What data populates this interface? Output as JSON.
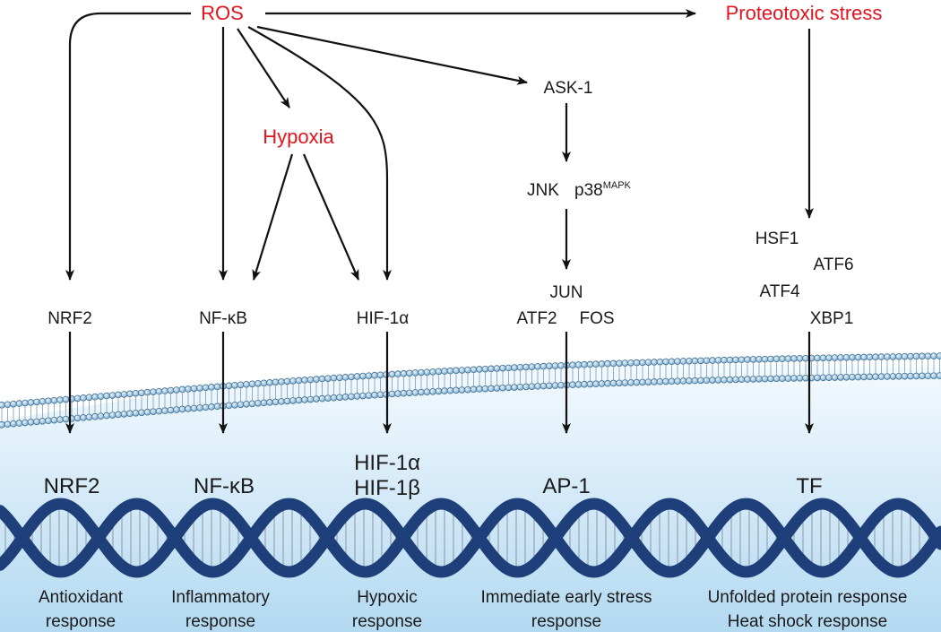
{
  "stimuli": {
    "ros": "ROS",
    "proteotoxic_stress": "Proteotoxic stress",
    "hypoxia": "Hypoxia"
  },
  "cytoplasm": {
    "nrf2": "NRF2",
    "nfkb": "NF-κB",
    "hif1a": "HIF-1α",
    "ask1": "ASK-1",
    "jnk": "JNK",
    "p38": "p38",
    "p38_superscript": "MAPK",
    "jun": "JUN",
    "atf2": "ATF2",
    "fos": "FOS",
    "hsf1": "HSF1",
    "atf6": "ATF6",
    "atf4": "ATF4",
    "xbp1": "XBP1"
  },
  "nucleus": {
    "nrf2": "NRF2",
    "nfkb": "NF-κB",
    "hif1a": "HIF-1α",
    "hif1b": "HIF-1β",
    "ap1": "AP-1",
    "tf": "TF"
  },
  "responses": {
    "antioxidant_1": "Antioxidant",
    "antioxidant_2": "response",
    "inflammatory_1": "Inflammatory",
    "inflammatory_2": "response",
    "hypoxic_1": "Hypoxic",
    "hypoxic_2": "response",
    "stress_1": "Immediate early stress",
    "stress_2": "response",
    "upr_1": "Unfolded protein response",
    "upr_2": "Heat shock response"
  },
  "colors": {
    "stimulus_text": "#e1141e",
    "membrane_bead": "#9ec6df",
    "dna_strand": "#1f3f7a",
    "nucleus_gradient_top": "#f4fafe",
    "nucleus_gradient_bottom": "#b3d9f1"
  }
}
